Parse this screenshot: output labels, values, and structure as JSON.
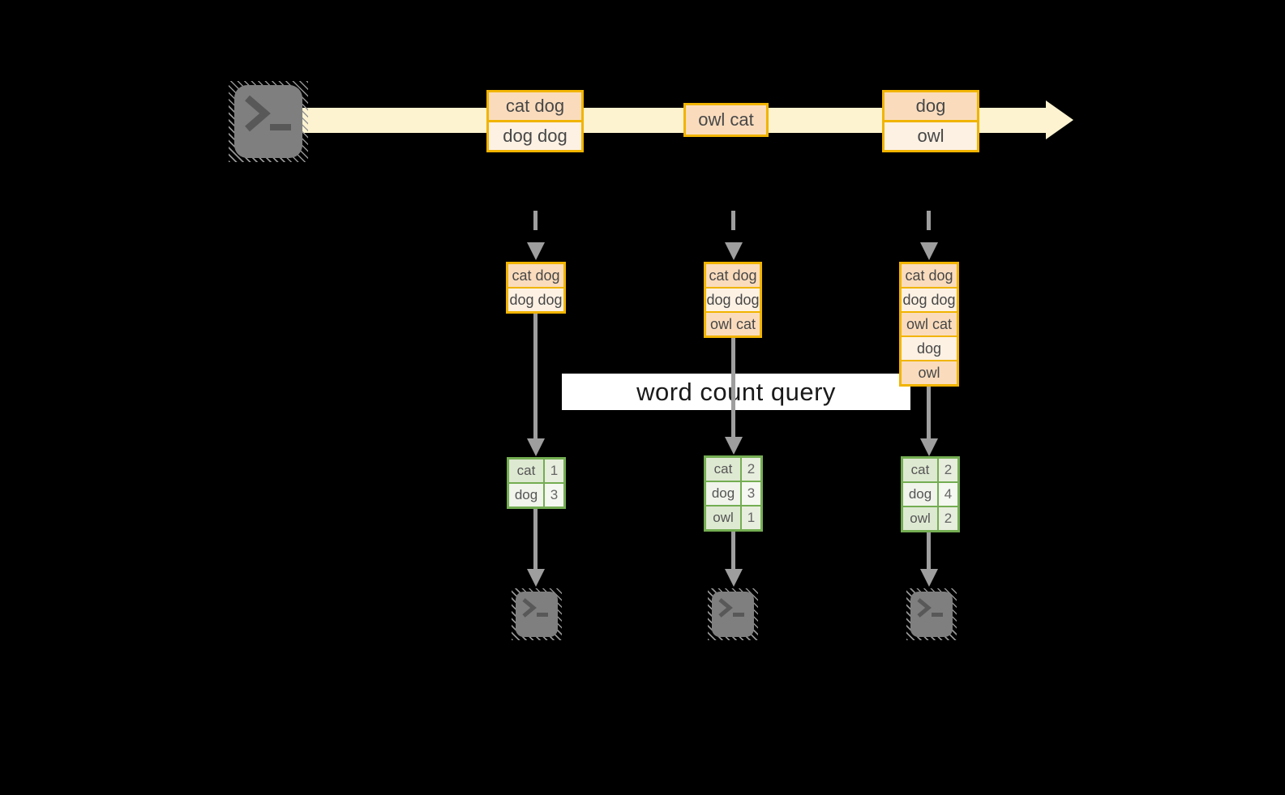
{
  "label": {
    "text": "word count query"
  },
  "stream": {
    "batches": [
      {
        "rows": [
          "cat dog",
          "dog dog"
        ]
      },
      {
        "rows": [
          "owl cat"
        ]
      },
      {
        "rows": [
          "dog",
          "owl"
        ]
      }
    ]
  },
  "columns": [
    {
      "state_rows": [
        "cat dog",
        "dog dog"
      ],
      "counts": [
        {
          "word": "cat",
          "count": "1"
        },
        {
          "word": "dog",
          "count": "3"
        }
      ]
    },
    {
      "state_rows": [
        "cat dog",
        "dog dog",
        "owl cat"
      ],
      "counts": [
        {
          "word": "cat",
          "count": "2"
        },
        {
          "word": "dog",
          "count": "3"
        },
        {
          "word": "owl",
          "count": "1"
        }
      ]
    },
    {
      "state_rows": [
        "cat dog",
        "dog dog",
        "owl cat",
        "dog",
        "owl"
      ],
      "counts": [
        {
          "word": "cat",
          "count": "2"
        },
        {
          "word": "dog",
          "count": "4"
        },
        {
          "word": "owl",
          "count": "2"
        }
      ]
    }
  ],
  "icons": {
    "source": "terminal-icon",
    "sinks": [
      "terminal-icon",
      "terminal-icon",
      "terminal-icon"
    ]
  },
  "colors": {
    "background": "#000000",
    "stream_band": "#fdf3d0",
    "orange_border": "#f1b400",
    "peach_dark": "#fadcbd",
    "peach_light": "#fdf1e3",
    "green_border": "#74ad52",
    "green_cell_dark": "#dee9d2",
    "green_cell_light": "#f0f4eb",
    "arrow_gray": "#9e9e9e",
    "terminal_gray": "#7f7f7f",
    "label_bg": "#ffffff",
    "label_text": "#1a1a1a"
  }
}
